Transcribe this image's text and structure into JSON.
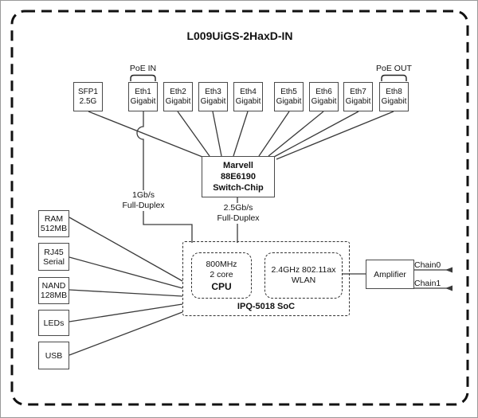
{
  "title": "L009UiGS-2HaxD-IN",
  "ports": {
    "poe_in": "PoE IN",
    "poe_out": "PoE OUT",
    "sfp": {
      "line1": "SFP1",
      "line2": "2.5G"
    },
    "eth": [
      {
        "line1": "Eth1",
        "line2": "Gigabit"
      },
      {
        "line1": "Eth2",
        "line2": "Gigabit"
      },
      {
        "line1": "Eth3",
        "line2": "Gigabit"
      },
      {
        "line1": "Eth4",
        "line2": "Gigabit"
      },
      {
        "line1": "Eth5",
        "line2": "Gigabit"
      },
      {
        "line1": "Eth6",
        "line2": "Gigabit"
      },
      {
        "line1": "Eth7",
        "line2": "Gigabit"
      },
      {
        "line1": "Eth8",
        "line2": "Gigabit"
      }
    ]
  },
  "switch_chip": {
    "line1": "Marvell",
    "line2": "88E6190",
    "line3": "Switch-Chip"
  },
  "links": {
    "eth1_cpu": {
      "line1": "1Gb/s",
      "line2": "Full-Duplex"
    },
    "switch_soc": {
      "line1": "2.5Gb/s",
      "line2": "Full-Duplex"
    }
  },
  "soc": {
    "label": "IPQ-5018 SoC",
    "cpu": {
      "line1": "800MHz",
      "line2": "2 core",
      "line3": "CPU"
    },
    "wlan": {
      "line1": "2.4GHz 802.11ax",
      "line2": "WLAN"
    }
  },
  "peripherals": [
    {
      "line1": "RAM",
      "line2": "512MB"
    },
    {
      "line1": "RJ45",
      "line2": "Serial"
    },
    {
      "line1": "NAND",
      "line2": "128MB"
    },
    {
      "line1": "LEDs"
    },
    {
      "line1": "USB"
    }
  ],
  "rf": {
    "amplifier": "Amplifier",
    "chain0": "Chain0",
    "chain1": "Chain1"
  },
  "colors": {
    "line": "#3a3a3a",
    "box_border": "#4a4a4a",
    "dashed_frame": "#111111",
    "background": "#ffffff"
  }
}
